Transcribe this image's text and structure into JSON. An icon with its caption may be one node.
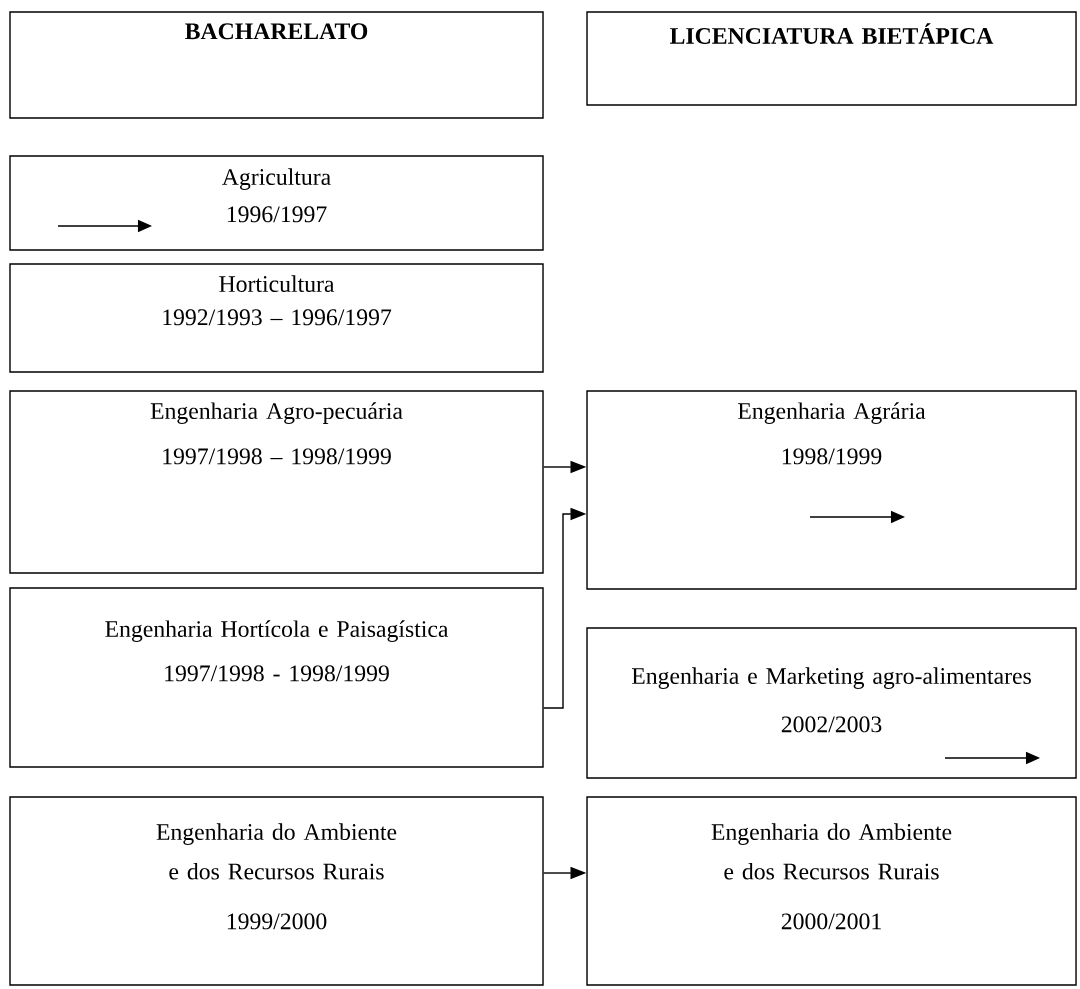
{
  "diagram": {
    "nodes": [
      {
        "text": [
          "BACHARELATO"
        ]
      },
      {
        "text": [
          "LICENCIATURA BIETÁPICA"
        ]
      },
      {
        "text": [
          "Agricultura",
          "1996/1997"
        ]
      },
      {
        "text": [
          "Horticultura",
          "1992/1993 – 1996/1997"
        ]
      },
      {
        "text": [
          "Engenharia Agro-pecuária",
          "1997/1998 – 1998/1999"
        ]
      },
      {
        "text": [
          "Engenharia Agrária",
          "1998/1999"
        ]
      },
      {
        "text": [
          "Engenharia Hortícola e Paisagística",
          "1997/1998 - 1998/1999"
        ]
      },
      {
        "text": [
          "Engenharia e Marketing agro-alimentares",
          "2002/2003"
        ]
      },
      {
        "text": [
          "Engenharia do Ambiente e dos Recursos Rurais",
          "1999/2000"
        ]
      },
      {
        "text": [
          "Engenharia do Ambiente e dos Recursos Rurais",
          "2000/2001"
        ]
      }
    ],
    "edges": [
      {
        "from": 4,
        "to": 5,
        "arrow": "to"
      },
      {
        "from": 6,
        "to": 5,
        "arrow": "to"
      },
      {
        "from": 8,
        "to": 9,
        "arrow": "to"
      }
    ]
  }
}
